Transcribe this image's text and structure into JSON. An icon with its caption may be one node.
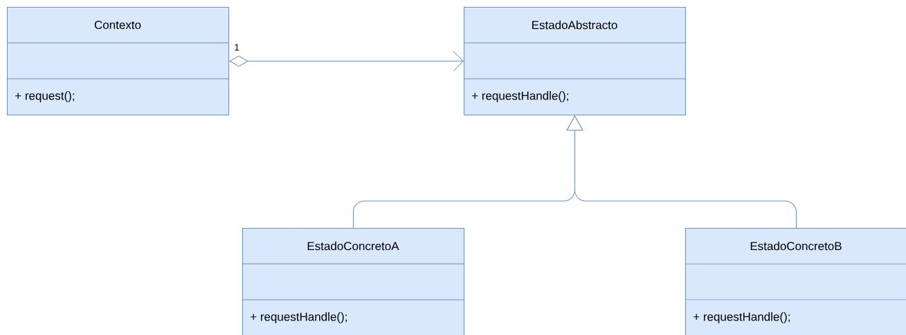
{
  "diagram": {
    "nodes": [
      {
        "text": [
          "Contexto",
          "+ request();"
        ]
      },
      {
        "text": [
          "EstadoAbstracto",
          "+ requestHandle();"
        ]
      },
      {
        "text": [
          "EstadoConcretoA",
          "+ requestHandle();"
        ]
      },
      {
        "text": [
          "EstadoConcretoB",
          "+ requestHandle();"
        ]
      }
    ],
    "edges": [
      {
        "from": 0,
        "to": 1,
        "arrow": "to",
        "label": "1"
      },
      {
        "from": 2,
        "to": 1,
        "arrow": "to"
      },
      {
        "from": 3,
        "to": 1,
        "arrow": "to"
      }
    ]
  }
}
